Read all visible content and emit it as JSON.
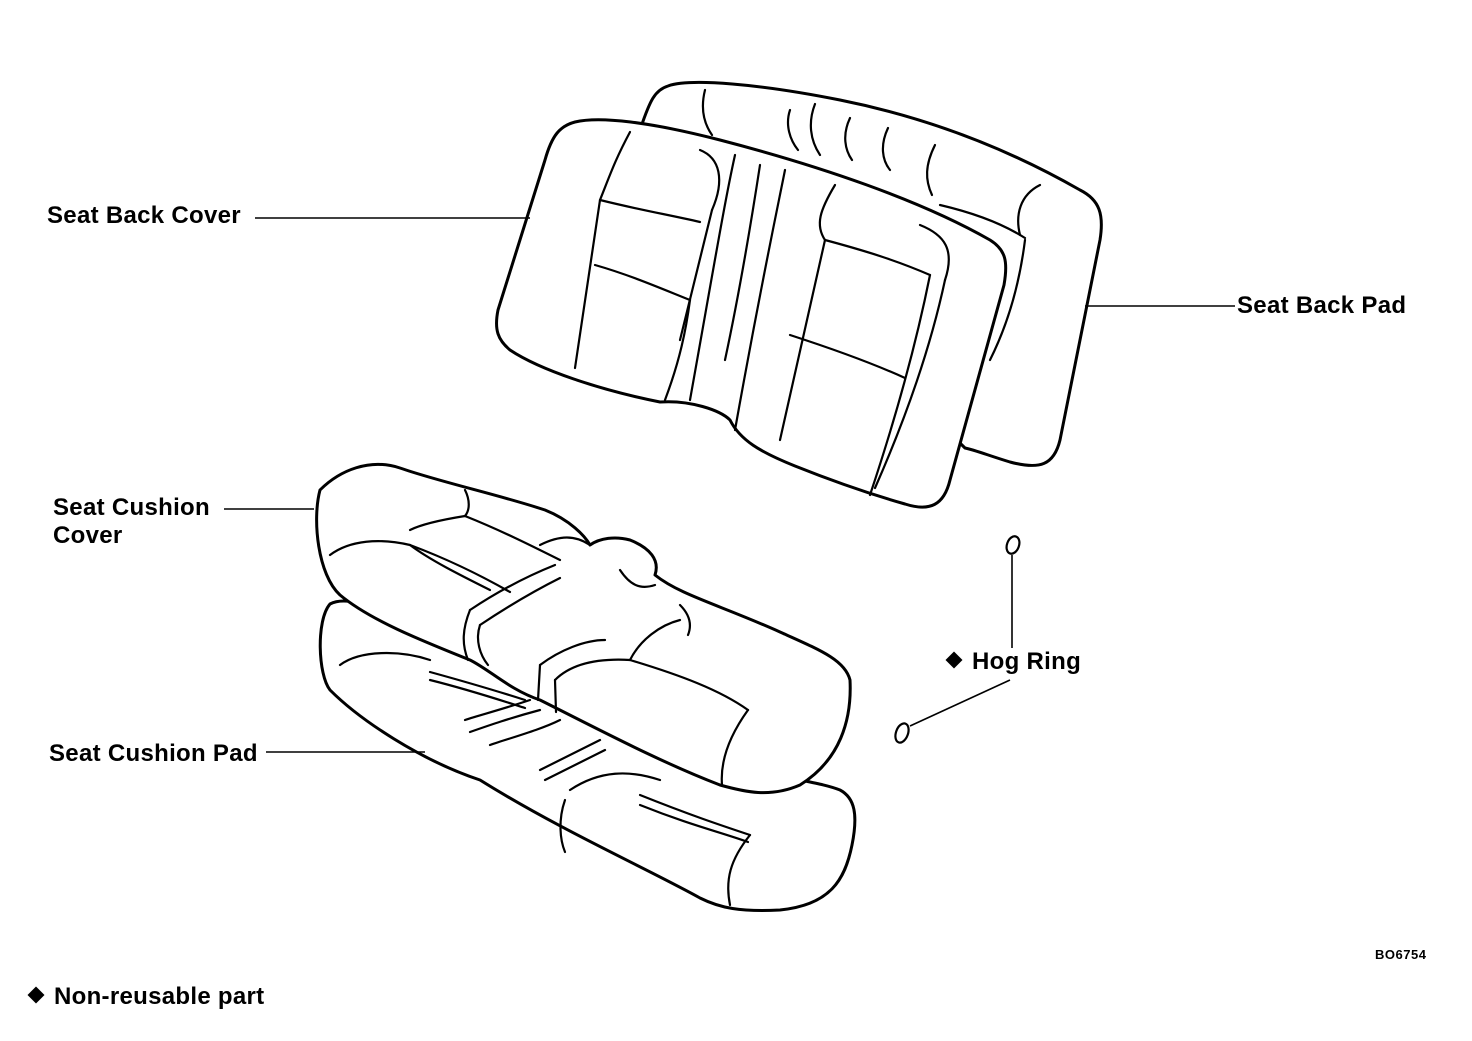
{
  "labels": {
    "seat_back_cover": "Seat Back Cover",
    "seat_back_pad": "Seat Back Pad",
    "seat_cushion_cover_line1": "Seat Cushion",
    "seat_cushion_cover_line2": "Cover",
    "hog_ring": "Hog Ring",
    "seat_cushion_pad": "Seat Cushion Pad"
  },
  "figure_code": "BO6754",
  "legend": {
    "non_reusable": "Non-reusable part"
  },
  "colors": {
    "ink": "#000000",
    "paper": "#ffffff"
  },
  "icons": {
    "non_reusable_marker": "diamond-icon"
  }
}
